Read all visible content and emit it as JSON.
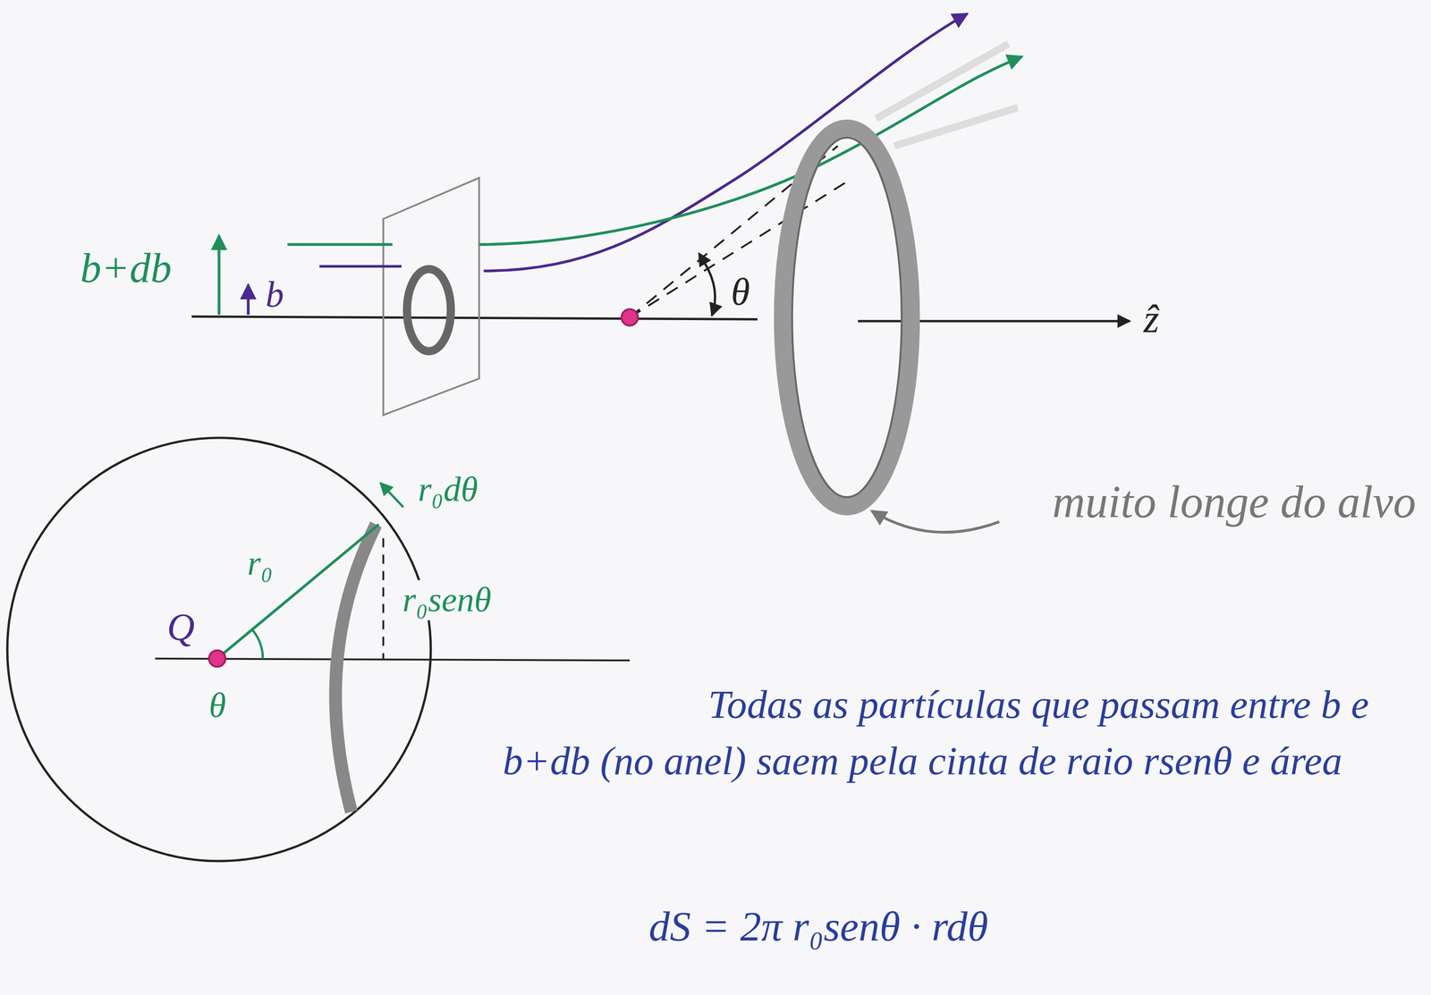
{
  "diagram": {
    "labels": [
      "b+db",
      "b",
      "θ",
      "ẑ",
      "muito longe do alvo",
      "r₀dθ",
      "r₀",
      "r₀senθ",
      "Q",
      "θ",
      "Todas as partículas que passam entre b e b+db (no anel) saem pela cinta de raio rsenθ e área",
      "dS = 2π r₀senθ · rdθ"
    ]
  }
}
